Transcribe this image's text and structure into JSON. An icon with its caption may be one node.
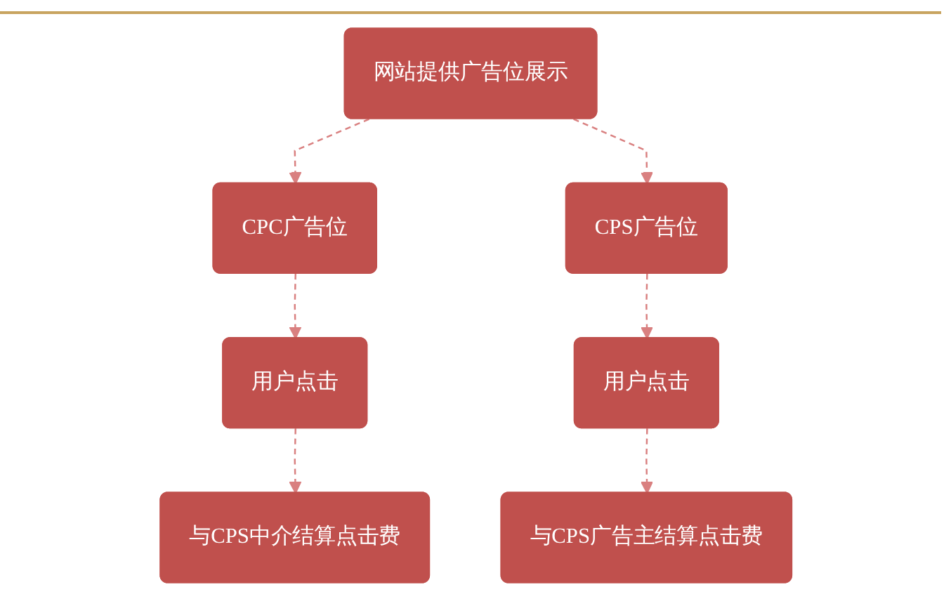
{
  "diagram": {
    "nodes": [
      {
        "text": [
          "网站提供广告位展示"
        ]
      },
      {
        "text": [
          "CPC广告位"
        ]
      },
      {
        "text": [
          "CPS广告位"
        ]
      },
      {
        "text": [
          "用户点击"
        ]
      },
      {
        "text": [
          "用户点击"
        ]
      },
      {
        "text": [
          "与CPS中介结算点击费"
        ]
      },
      {
        "text": [
          "与CPS广告主结算点击费"
        ]
      }
    ],
    "edges": [
      {
        "from": 0,
        "to": 1,
        "arrow": "to",
        "style": "dashed"
      },
      {
        "from": 0,
        "to": 2,
        "arrow": "to",
        "style": "dashed"
      },
      {
        "from": 1,
        "to": 3,
        "arrow": "to",
        "style": "dashed"
      },
      {
        "from": 2,
        "to": 4,
        "arrow": "to",
        "style": "dashed"
      },
      {
        "from": 3,
        "to": 5,
        "arrow": "to",
        "style": "dashed"
      },
      {
        "from": 4,
        "to": 6,
        "arrow": "to",
        "style": "dashed"
      }
    ]
  }
}
